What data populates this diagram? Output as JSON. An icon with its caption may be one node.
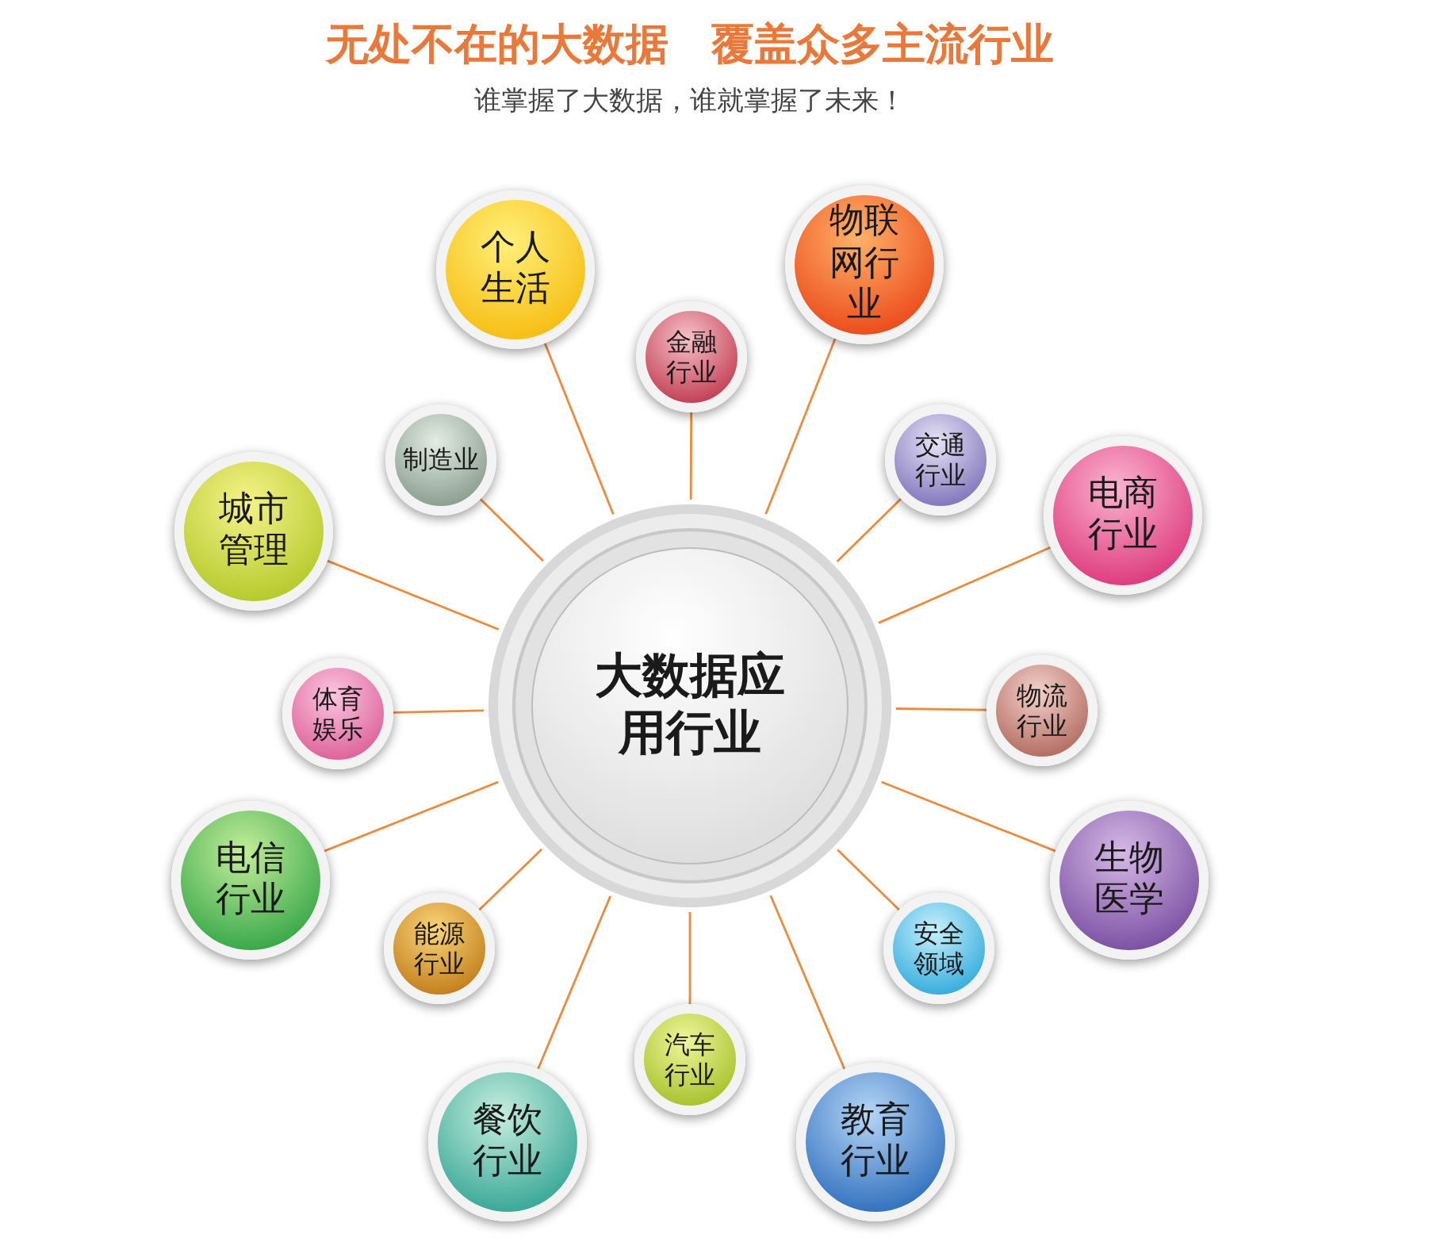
{
  "diagram": {
    "title": "无处不在的大数据　覆盖众多主流行业",
    "nodes": [
      {
        "text": [
          "大数据应用行业"
        ]
      },
      {
        "text": [
          "个人生活"
        ]
      },
      {
        "text": [
          "物联网行业"
        ]
      },
      {
        "text": [
          "金融行业"
        ]
      },
      {
        "text": [
          "交通行业"
        ]
      },
      {
        "text": [
          "制造业"
        ]
      },
      {
        "text": [
          "城市管理"
        ]
      },
      {
        "text": [
          "电商行业"
        ]
      },
      {
        "text": [
          "体育娱乐"
        ]
      },
      {
        "text": [
          "物流行业"
        ]
      },
      {
        "text": [
          "电信行业"
        ]
      },
      {
        "text": [
          "生物医学"
        ]
      },
      {
        "text": [
          "能源行业"
        ]
      },
      {
        "text": [
          "安全领域"
        ]
      },
      {
        "text": [
          "汽车行业"
        ]
      },
      {
        "text": [
          "餐饮行业"
        ]
      },
      {
        "text": [
          "教育行业"
        ]
      }
    ],
    "edges": [
      {
        "from": 0,
        "to": 1,
        "arrow": "none"
      },
      {
        "from": 0,
        "to": 2,
        "arrow": "none"
      },
      {
        "from": 0,
        "to": 3,
        "arrow": "none"
      },
      {
        "from": 0,
        "to": 4,
        "arrow": "none"
      },
      {
        "from": 0,
        "to": 5,
        "arrow": "none"
      },
      {
        "from": 0,
        "to": 6,
        "arrow": "none"
      },
      {
        "from": 0,
        "to": 7,
        "arrow": "none"
      },
      {
        "from": 0,
        "to": 8,
        "arrow": "none"
      },
      {
        "from": 0,
        "to": 9,
        "arrow": "none"
      },
      {
        "from": 0,
        "to": 10,
        "arrow": "none"
      },
      {
        "from": 0,
        "to": 11,
        "arrow": "none"
      },
      {
        "from": 0,
        "to": 12,
        "arrow": "none"
      },
      {
        "from": 0,
        "to": 13,
        "arrow": "none"
      },
      {
        "from": 0,
        "to": 14,
        "arrow": "none"
      },
      {
        "from": 0,
        "to": 15,
        "arrow": "none"
      },
      {
        "from": 0,
        "to": 16,
        "arrow": "none"
      }
    ],
    "labels": [
      "谁掌握了大数据，谁就掌握了未来！"
    ]
  }
}
